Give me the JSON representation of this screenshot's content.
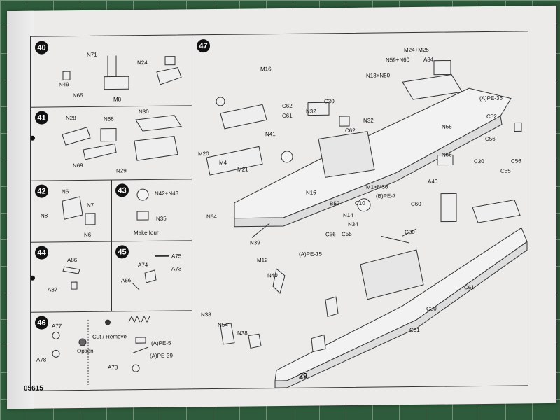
{
  "doc_code": "05615",
  "page_number": "29",
  "steps": {
    "s40": {
      "num": "40",
      "labels": [
        "N71",
        "N24",
        "N49",
        "N65",
        "M8"
      ]
    },
    "s41": {
      "num": "41",
      "labels": [
        "N28",
        "N68",
        "N30",
        "N69",
        "N29"
      ]
    },
    "s42": {
      "num": "42",
      "labels": [
        "N5",
        "N7",
        "N8",
        "N6"
      ]
    },
    "s43": {
      "num": "43",
      "labels": [
        "N42+N43",
        "N35"
      ],
      "note": "Make four"
    },
    "s44": {
      "num": "44",
      "labels": [
        "A86",
        "A87"
      ]
    },
    "s45": {
      "num": "45",
      "labels": [
        "A75",
        "A74",
        "A73",
        "A56"
      ]
    },
    "s46": {
      "num": "46",
      "labels": [
        "A77",
        "A78",
        "A78",
        "(A)PE-5",
        "(A)PE-39"
      ],
      "option_label": "Option",
      "cut_label": "Cut / Remove"
    },
    "s47": {
      "num": "47",
      "labels": [
        "M16",
        "M24+M25",
        "N59+N60",
        "A84",
        "N13+N50",
        "C30",
        "C62",
        "N32",
        "C61",
        "N32",
        "C62",
        "(A)PE-35",
        "C52",
        "N41",
        "M20",
        "M4",
        "M21",
        "N55",
        "C56",
        "N56",
        "C30",
        "C56",
        "C55",
        "A40",
        "M1+M36",
        "N16",
        "B52",
        "N64",
        "C10",
        "(B)PE-7",
        "C60",
        "N14",
        "N34",
        "C56",
        "C55",
        "C30",
        "N39",
        "M12",
        "(A)PE-15",
        "N40",
        "N38",
        "N54",
        "N38",
        "C61",
        "C30",
        "C61"
      ]
    }
  }
}
